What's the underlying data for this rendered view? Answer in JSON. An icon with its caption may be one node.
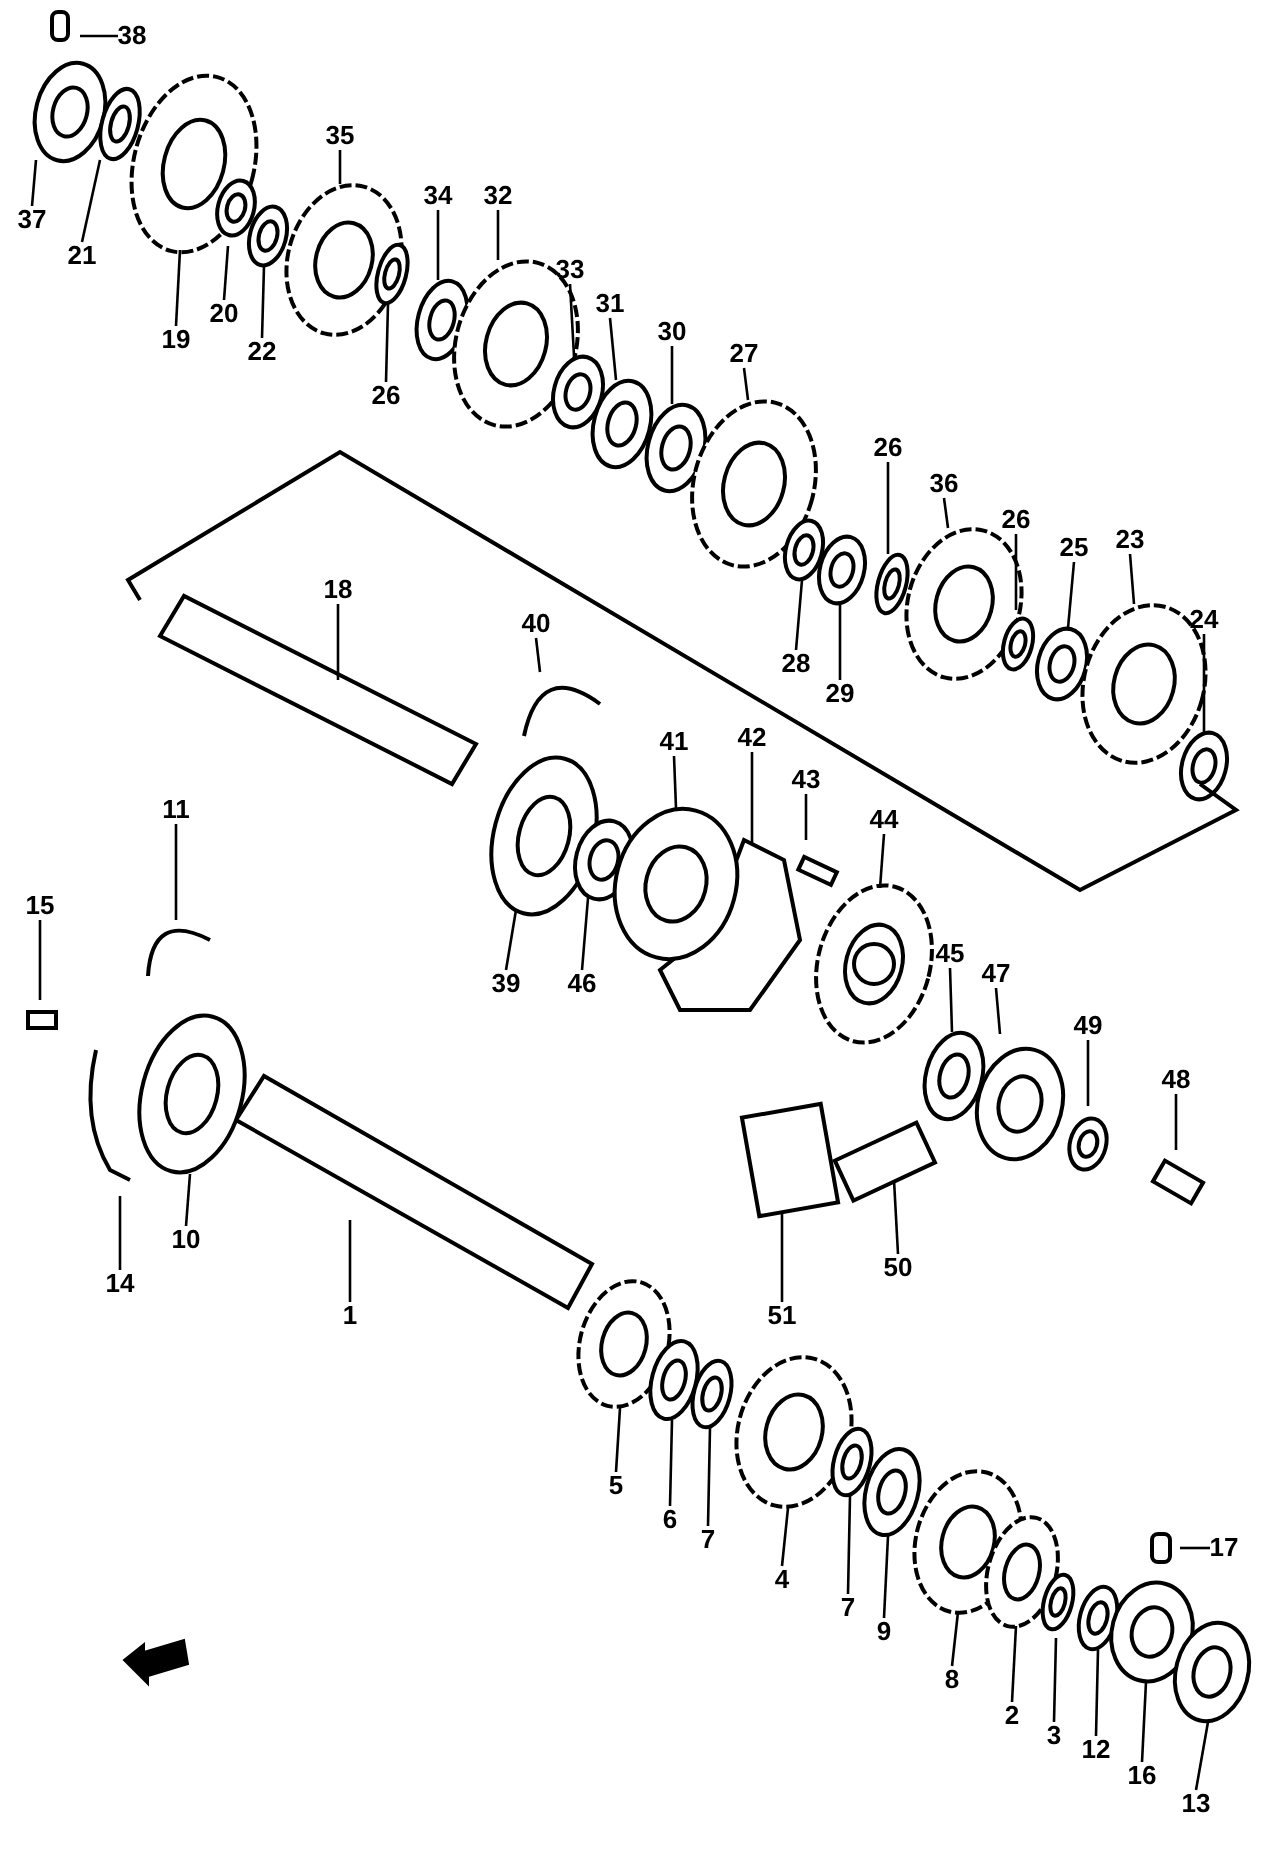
{
  "diagram": {
    "nodes": [
      {
        "text": [
          "38"
        ]
      },
      {
        "text": [
          "37"
        ]
      },
      {
        "text": [
          "21"
        ]
      },
      {
        "text": [
          "19"
        ]
      },
      {
        "text": [
          "20"
        ]
      },
      {
        "text": [
          "22"
        ]
      },
      {
        "text": [
          "35"
        ]
      },
      {
        "text": [
          "26"
        ]
      },
      {
        "text": [
          "34"
        ]
      },
      {
        "text": [
          "32"
        ]
      },
      {
        "text": [
          "33"
        ]
      },
      {
        "text": [
          "31"
        ]
      },
      {
        "text": [
          "30"
        ]
      },
      {
        "text": [
          "27"
        ]
      },
      {
        "text": [
          "26"
        ]
      },
      {
        "text": [
          "36"
        ]
      },
      {
        "text": [
          "26"
        ]
      },
      {
        "text": [
          "25"
        ]
      },
      {
        "text": [
          "23"
        ]
      },
      {
        "text": [
          "24"
        ]
      },
      {
        "text": [
          "28"
        ]
      },
      {
        "text": [
          "29"
        ]
      },
      {
        "text": [
          "18"
        ]
      },
      {
        "text": [
          "40"
        ]
      },
      {
        "text": [
          "41"
        ]
      },
      {
        "text": [
          "42"
        ]
      },
      {
        "text": [
          "43"
        ]
      },
      {
        "text": [
          "44"
        ]
      },
      {
        "text": [
          "39"
        ]
      },
      {
        "text": [
          "46"
        ]
      },
      {
        "text": [
          "11"
        ]
      },
      {
        "text": [
          "15"
        ]
      },
      {
        "text": [
          "45"
        ]
      },
      {
        "text": [
          "47"
        ]
      },
      {
        "text": [
          "49"
        ]
      },
      {
        "text": [
          "48"
        ]
      },
      {
        "text": [
          "10"
        ]
      },
      {
        "text": [
          "14"
        ]
      },
      {
        "text": [
          "1"
        ]
      },
      {
        "text": [
          "51"
        ]
      },
      {
        "text": [
          "50"
        ]
      },
      {
        "text": [
          "5"
        ]
      },
      {
        "text": [
          "6"
        ]
      },
      {
        "text": [
          "7"
        ]
      },
      {
        "text": [
          "4"
        ]
      },
      {
        "text": [
          "7"
        ]
      },
      {
        "text": [
          "9"
        ]
      },
      {
        "text": [
          "17"
        ]
      },
      {
        "text": [
          "8"
        ]
      },
      {
        "text": [
          "2"
        ]
      },
      {
        "text": [
          "3"
        ]
      },
      {
        "text": [
          "12"
        ]
      },
      {
        "text": [
          "16"
        ]
      },
      {
        "text": [
          "13"
        ]
      }
    ],
    "edges": [
      {
        "from": 0,
        "to": null,
        "arrow": "none"
      },
      {
        "from": 1,
        "to": null,
        "arrow": "none"
      },
      {
        "from": 2,
        "to": null,
        "arrow": "none"
      },
      {
        "from": 3,
        "to": null,
        "arrow": "none"
      },
      {
        "from": 4,
        "to": null,
        "arrow": "none"
      },
      {
        "from": 5,
        "to": null,
        "arrow": "none"
      },
      {
        "from": 6,
        "to": null,
        "arrow": "none"
      },
      {
        "from": 7,
        "to": null,
        "arrow": "none"
      },
      {
        "from": 8,
        "to": null,
        "arrow": "none"
      },
      {
        "from": 9,
        "to": null,
        "arrow": "none"
      },
      {
        "from": 10,
        "to": null,
        "arrow": "none"
      },
      {
        "from": 11,
        "to": null,
        "arrow": "none"
      },
      {
        "from": 12,
        "to": null,
        "arrow": "none"
      },
      {
        "from": 13,
        "to": null,
        "arrow": "none"
      },
      {
        "from": 14,
        "to": null,
        "arrow": "none"
      },
      {
        "from": 15,
        "to": null,
        "arrow": "none"
      },
      {
        "from": 16,
        "to": null,
        "arrow": "none"
      },
      {
        "from": 17,
        "to": null,
        "arrow": "none"
      },
      {
        "from": 18,
        "to": null,
        "arrow": "none"
      },
      {
        "from": 19,
        "to": null,
        "arrow": "none"
      },
      {
        "from": 20,
        "to": null,
        "arrow": "none"
      },
      {
        "from": 21,
        "to": null,
        "arrow": "none"
      },
      {
        "from": 22,
        "to": null,
        "arrow": "none"
      },
      {
        "from": 23,
        "to": null,
        "arrow": "none"
      },
      {
        "from": 24,
        "to": null,
        "arrow": "none"
      },
      {
        "from": 25,
        "to": null,
        "arrow": "none"
      },
      {
        "from": 26,
        "to": null,
        "arrow": "none"
      },
      {
        "from": 27,
        "to": null,
        "arrow": "none"
      },
      {
        "from": 28,
        "to": null,
        "arrow": "none"
      },
      {
        "from": 29,
        "to": null,
        "arrow": "none"
      },
      {
        "from": 30,
        "to": null,
        "arrow": "none"
      },
      {
        "from": 31,
        "to": null,
        "arrow": "none"
      },
      {
        "from": 32,
        "to": null,
        "arrow": "none"
      },
      {
        "from": 33,
        "to": null,
        "arrow": "none"
      },
      {
        "from": 34,
        "to": null,
        "arrow": "none"
      },
      {
        "from": 35,
        "to": null,
        "arrow": "none"
      },
      {
        "from": 36,
        "to": null,
        "arrow": "none"
      },
      {
        "from": 37,
        "to": null,
        "arrow": "none"
      },
      {
        "from": 38,
        "to": null,
        "arrow": "none"
      },
      {
        "from": 39,
        "to": null,
        "arrow": "none"
      },
      {
        "from": 40,
        "to": null,
        "arrow": "none"
      },
      {
        "from": 41,
        "to": null,
        "arrow": "none"
      },
      {
        "from": 42,
        "to": null,
        "arrow": "none"
      },
      {
        "from": 43,
        "to": null,
        "arrow": "none"
      },
      {
        "from": 44,
        "to": null,
        "arrow": "none"
      },
      {
        "from": 45,
        "to": null,
        "arrow": "none"
      },
      {
        "from": 46,
        "to": null,
        "arrow": "none"
      },
      {
        "from": 47,
        "to": null,
        "arrow": "none"
      },
      {
        "from": 48,
        "to": null,
        "arrow": "none"
      },
      {
        "from": 49,
        "to": null,
        "arrow": "none"
      },
      {
        "from": 50,
        "to": null,
        "arrow": "none"
      },
      {
        "from": 51,
        "to": null,
        "arrow": "none"
      },
      {
        "from": 52,
        "to": null,
        "arrow": "none"
      },
      {
        "from": 53,
        "to": null,
        "arrow": "none"
      }
    ]
  }
}
